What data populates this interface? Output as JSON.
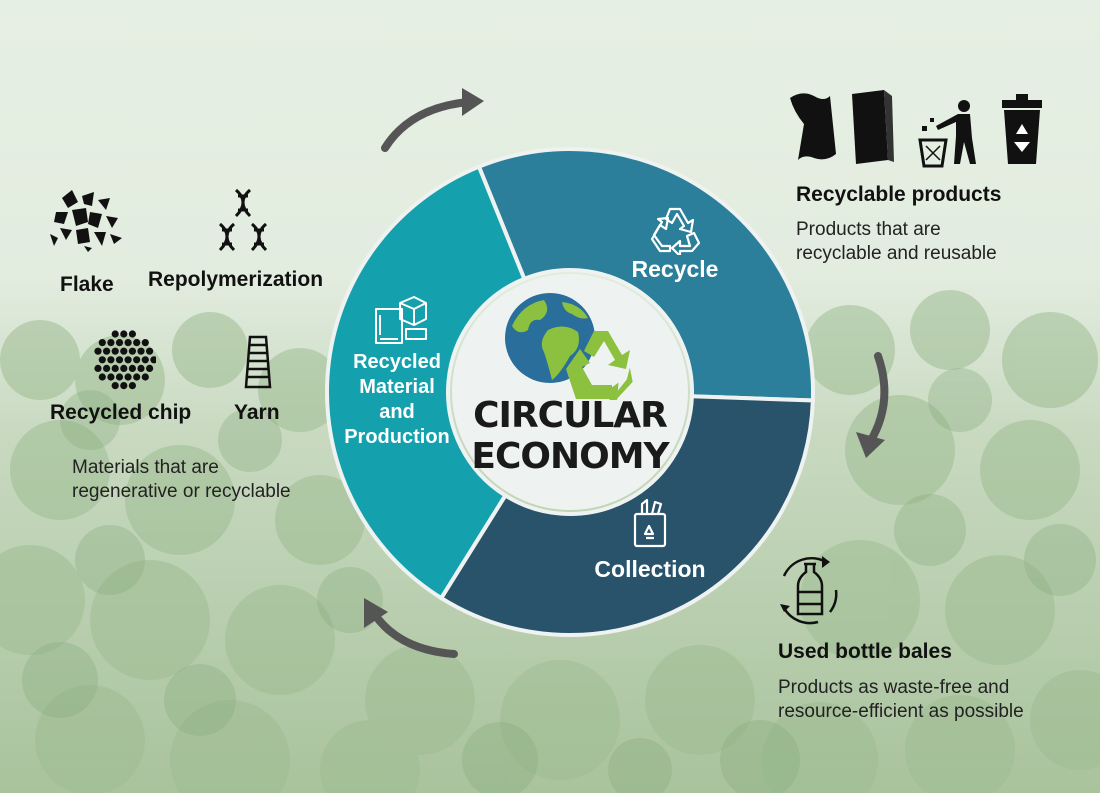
{
  "left": {
    "flake_label": "Flake",
    "repolymerization_label": "Repolymerization",
    "recycled_chip_label": "Recycled chip",
    "yarn_label": "Yarn",
    "materials_desc_line1": "Materials that are",
    "materials_desc_line2": "regenerative or recyclable"
  },
  "ring": {
    "segment_recycle_label": "Recycle",
    "segment_collection_label": "Collection",
    "segment_material_line1": "Recycled",
    "segment_material_line2": "Material",
    "segment_material_line3": "and",
    "segment_material_line4": "Production",
    "center_line1": "CIRCULAR",
    "center_line2": "ECONOMY"
  },
  "right": {
    "products_title": "Recyclable products",
    "products_desc_line1": "Products that are",
    "products_desc_line2": "recyclable and reusable",
    "bales_title": "Used bottle bales",
    "bales_desc_line1": "Products as waste-free and",
    "bales_desc_line2": "resource-efficient as possible"
  },
  "colors": {
    "segment_recycle": "#2b7f9a",
    "segment_collection": "#28536b",
    "segment_material": "#14a1ad",
    "arrow": "#555555",
    "globe_land": "#8cc03f",
    "globe_water": "#2a6f9c"
  },
  "icons": [
    "flake-icon",
    "dna-icon",
    "chip-icon",
    "yarn-icon",
    "paper-icon",
    "board-icon",
    "litter-person-icon",
    "recycle-bin-icon",
    "bottle-cycle-icon",
    "recycle-icon",
    "collection-bag-icon",
    "blueprint-box-icon",
    "globe-icon"
  ]
}
